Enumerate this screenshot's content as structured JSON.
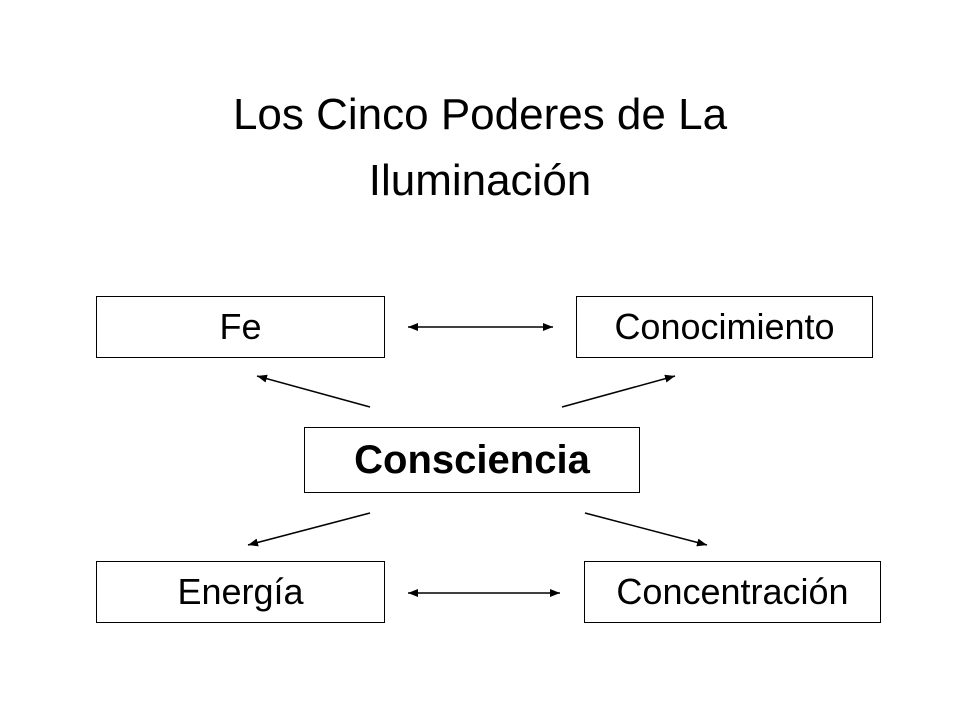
{
  "slide": {
    "title_line1": "Los Cinco Poderes de La",
    "title_line2": "Iluminación"
  },
  "nodes": {
    "fe": "Fe",
    "conocimiento": "Conocimiento",
    "consciencia": "Consciencia",
    "energia": "Energía",
    "concentracion": "Concentración"
  },
  "edges": [
    {
      "from": "consciencia",
      "to": "fe",
      "type": "one-way"
    },
    {
      "from": "consciencia",
      "to": "conocimiento",
      "type": "one-way"
    },
    {
      "from": "consciencia",
      "to": "energia",
      "type": "one-way"
    },
    {
      "from": "consciencia",
      "to": "concentracion",
      "type": "one-way"
    },
    {
      "from": "fe",
      "to": "conocimiento",
      "type": "two-way"
    },
    {
      "from": "energia",
      "to": "concentracion",
      "type": "two-way"
    }
  ]
}
